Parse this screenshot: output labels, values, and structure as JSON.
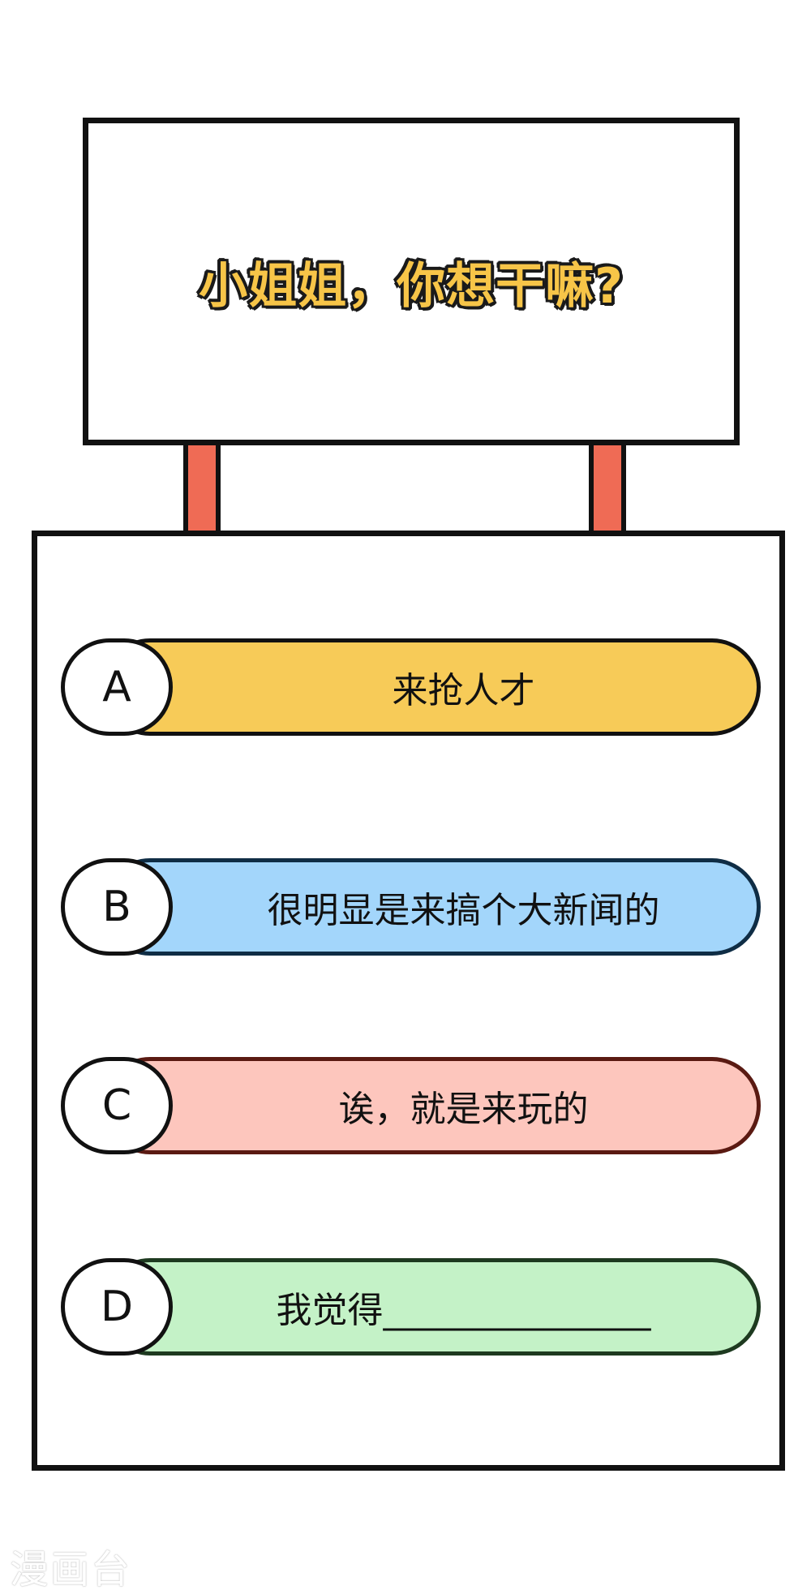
{
  "question": "小姐姐，你想干嘛?",
  "options": [
    {
      "letter": "A",
      "text": "来抢人才",
      "color": "#f7cb58",
      "border": "#111111"
    },
    {
      "letter": "B",
      "text": "很明显是来搞个大新闻的",
      "color": "#a3d6fb",
      "border": "#0f2d45"
    },
    {
      "letter": "C",
      "text": "诶，就是来玩的",
      "color": "#fdc6bd",
      "border": "#5a1a12"
    },
    {
      "letter": "D",
      "text": "我觉得_______________",
      "color": "#c4f2c7",
      "border": "#1e3a20"
    }
  ],
  "watermark": "漫画台",
  "colors": {
    "question_text": "#f7c548",
    "post": "#ef6b55",
    "outline": "#111111"
  }
}
